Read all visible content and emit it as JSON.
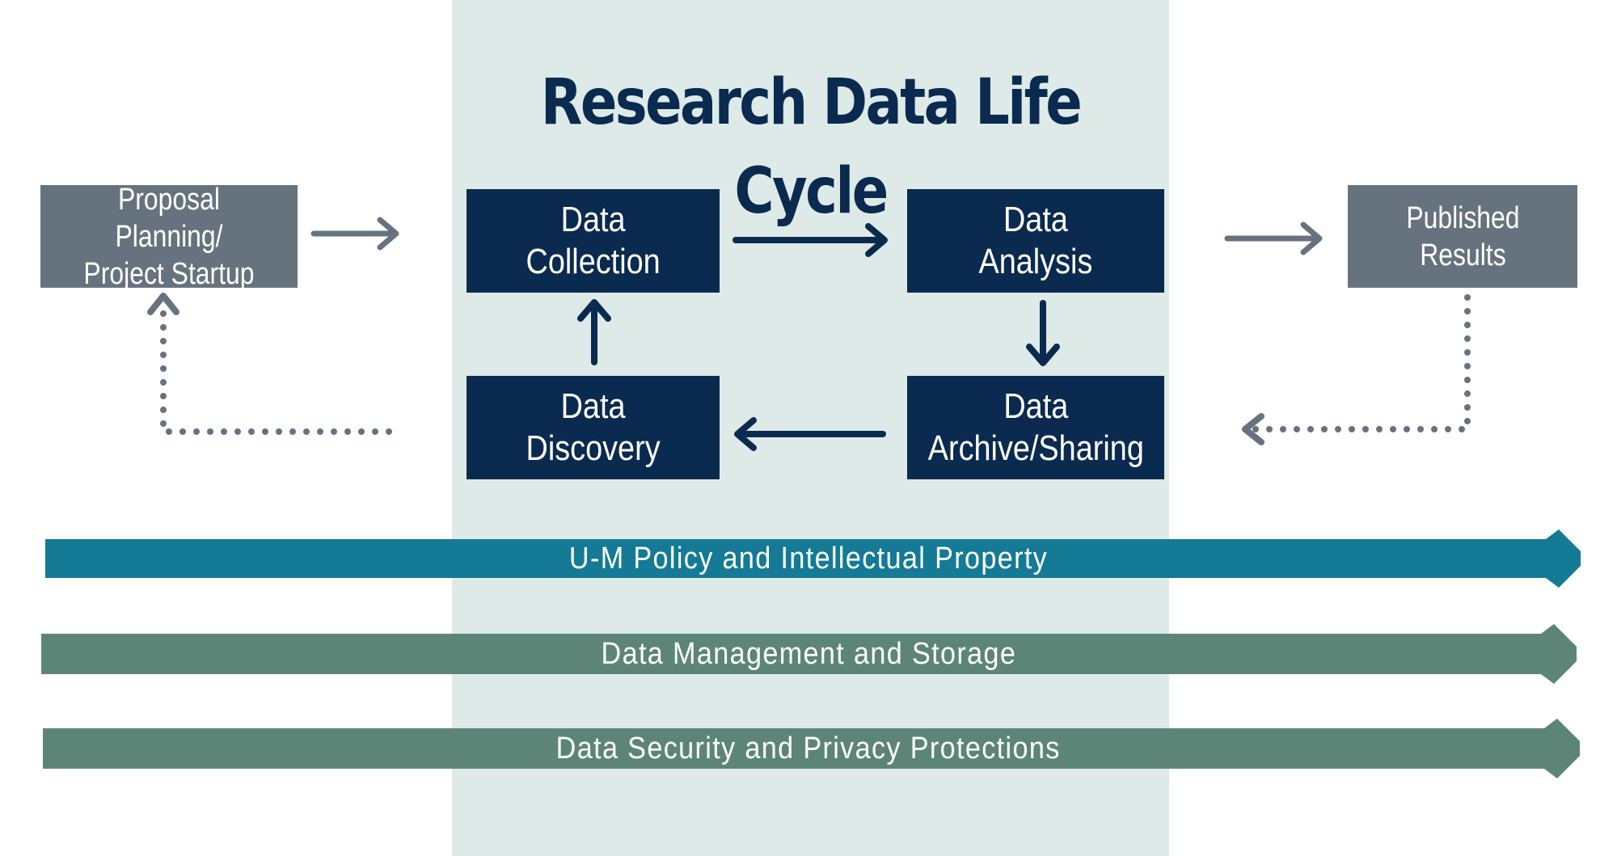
{
  "title": "Research Data Life Cycle",
  "colors": {
    "panel_bg": "#ddeae7",
    "dark_navy": "#0a2a4f",
    "slate_gray": "#66737f",
    "teal_blue": "#147a96",
    "sage_green": "#5c8578"
  },
  "boxes": {
    "proposal": "Proposal Planning/\nProject Startup",
    "collection": "Data\nCollection",
    "analysis": "Data\nAnalysis",
    "archive": "Data\nArchive/Sharing",
    "discovery": "Data\nDiscovery",
    "published": "Published\nResults"
  },
  "bands": {
    "policy": "U-M Policy and Intellectual Property",
    "management": "Data Management and Storage",
    "security": "Data Security and Privacy Protections"
  }
}
